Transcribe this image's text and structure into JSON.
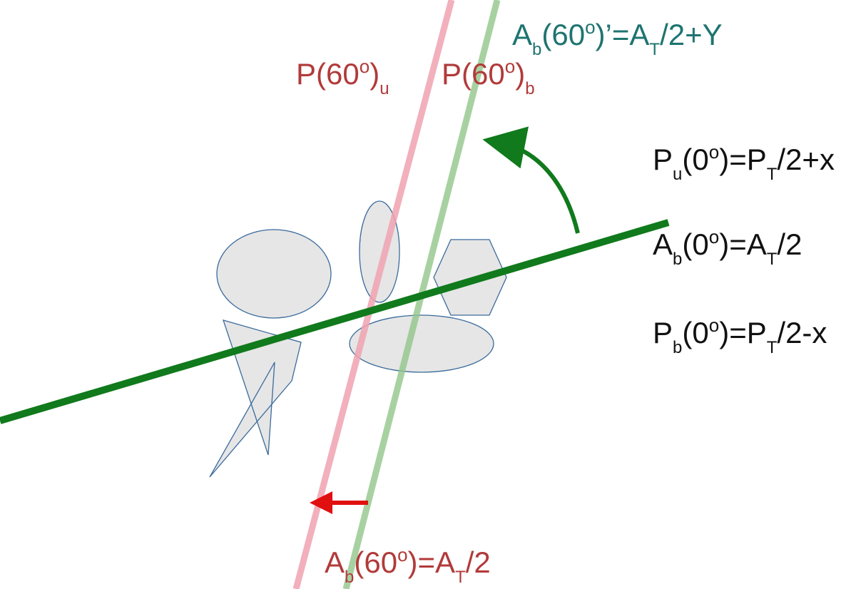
{
  "colors": {
    "shape_fill": "#e6e6e6",
    "shape_stroke": "#3a6a9c",
    "dark_green": "#107a1c",
    "light_green": "#92c68a",
    "pink": "#f0a2b0",
    "red": "#e01010",
    "label_red": "#b23a3a",
    "label_teal": "#1e7470",
    "label_black": "#111111"
  },
  "labels": {
    "p60u": {
      "main": "P(60",
      "sup": "o",
      "close": ")",
      "sub": "u"
    },
    "p60b": {
      "main": "P(60",
      "sup": "o",
      "close": ")",
      "sub": "b"
    },
    "ab60prime": {
      "a": "A",
      "a_sub": "b",
      "mid": "(60",
      "sup": "o",
      "rest": ")’=A",
      "t_sub": "T",
      "tail": "/2+Y"
    },
    "pu0": {
      "a": "P",
      "a_sub": "u",
      "mid": "(0",
      "sup": "o",
      "rest": ")=P",
      "t_sub": "T",
      "tail": "/2+x"
    },
    "ab0": {
      "a": "A",
      "a_sub": "b",
      "mid": "(0",
      "sup": "o",
      "rest": ")=A",
      "t_sub": "T",
      "tail": "/2"
    },
    "pb0": {
      "a": "P",
      "a_sub": "b",
      "mid": "(0",
      "sup": "o",
      "rest": ")=P",
      "t_sub": "T",
      "tail": "/2-x"
    },
    "ab60": {
      "a": "A",
      "a_sub": "b",
      "mid": "(60",
      "sup": "o",
      "rest": ")=A",
      "t_sub": "T",
      "tail": "/2"
    }
  }
}
